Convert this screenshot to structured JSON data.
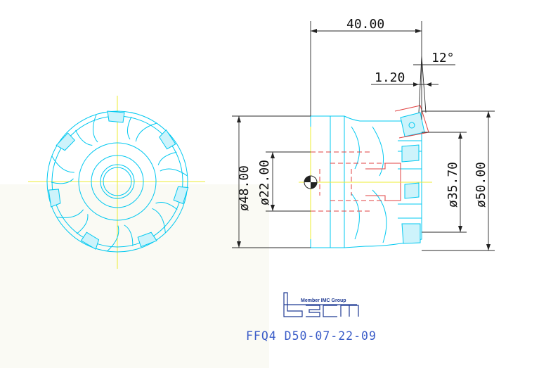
{
  "drawing": {
    "dimensions": {
      "overall_length": "40.00",
      "angle": "12°",
      "offset": "1.20",
      "shank_diameter": "ø48.00",
      "bore_diameter": "ø22.00",
      "pitch_diameter": "ø35.70",
      "cutting_diameter": "ø50.00"
    },
    "logo": {
      "tagline": "Member IMC Group"
    },
    "product_code": "FFQ4 D50-07-22-09"
  },
  "colors": {
    "outline": "#00c8f0",
    "hidden_lines": "#e04040",
    "center_lines": "#ecec30",
    "dimensions": "#2a2a2a",
    "brand": "#1f3a93"
  }
}
